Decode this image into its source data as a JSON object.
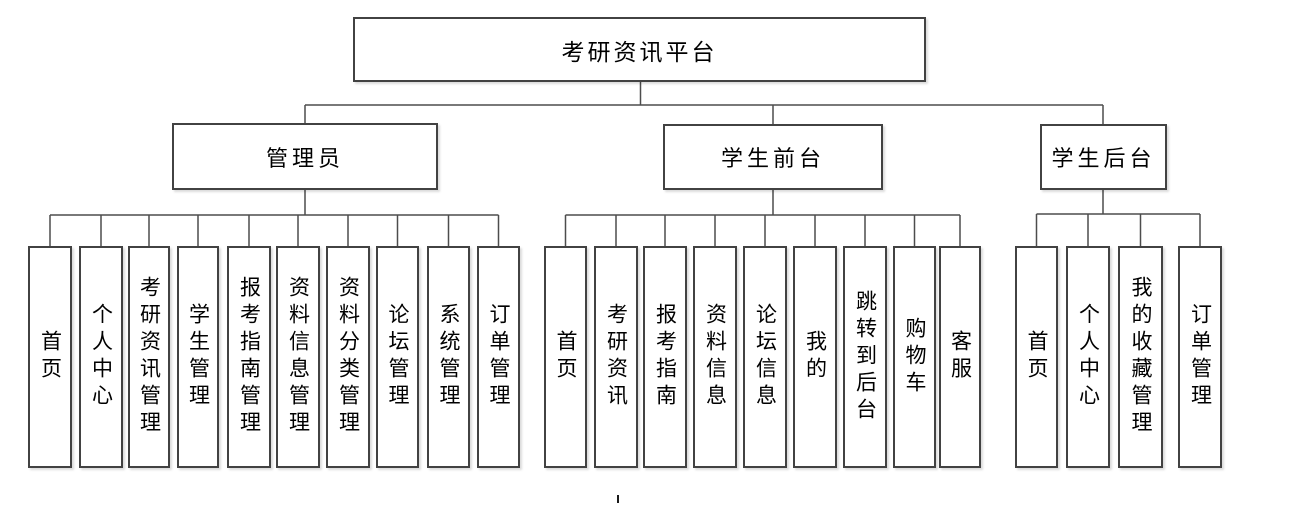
{
  "diagram": {
    "title": "考研资讯平台",
    "branches": [
      {
        "label": "管理员",
        "children": [
          "首页",
          "个人中心",
          "考研资讯管理",
          "学生管理",
          "报考指南管理",
          "资料信息管理",
          "资料分类管理",
          "论坛管理",
          "系统管理",
          "订单管理"
        ]
      },
      {
        "label": "学生前台",
        "children": [
          "首页",
          "考研资讯",
          "报考指南",
          "资料信息",
          "论坛信息",
          "我的",
          "跳转到后台",
          "购物车",
          "客服"
        ]
      },
      {
        "label": "学生后台",
        "children": [
          "首页",
          "个人中心",
          "我的收藏管理",
          "订单管理"
        ]
      }
    ],
    "colors": {
      "background": "#ffffff",
      "box_fill": "#ffffff",
      "box_border": "#424242",
      "connector_line": "#4d4d4d",
      "text": "#000000"
    }
  }
}
